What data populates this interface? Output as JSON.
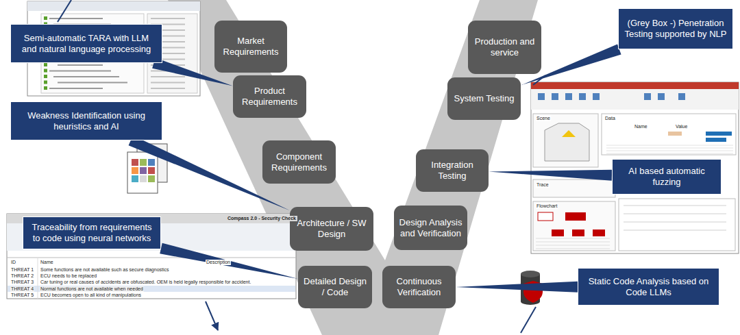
{
  "diagram": {
    "nodes": [
      {
        "text": [
          "Market Requirements"
        ]
      },
      {
        "text": [
          "Product Requirements"
        ]
      },
      {
        "text": [
          "Component Requirements"
        ]
      },
      {
        "text": [
          "Architecture / SW Design"
        ]
      },
      {
        "text": [
          "Detailed Design / Code"
        ]
      },
      {
        "text": [
          "Production and service"
        ]
      },
      {
        "text": [
          "System Testing"
        ]
      },
      {
        "text": [
          "Integration Testing"
        ]
      },
      {
        "text": [
          "Design Analysis and Verification"
        ]
      },
      {
        "text": [
          "Continuous Verification"
        ]
      },
      {
        "text": [
          "Semi-automatic TARA with LLM and natural language processing"
        ]
      },
      {
        "text": [
          "Weakness Identification using heuristics and AI"
        ]
      },
      {
        "text": [
          "Traceability from requirements to code using neural networks"
        ]
      },
      {
        "text": [
          "(Grey Box -) Penetration Testing supported by NLP"
        ]
      },
      {
        "text": [
          "AI based automatic fuzzing"
        ]
      },
      {
        "text": [
          "Static Code Analysis based on Code LLMs"
        ]
      }
    ],
    "edges": [
      {
        "from": 10,
        "to": 1,
        "arrow": "none"
      },
      {
        "from": 11,
        "to": 3,
        "arrow": "none"
      },
      {
        "from": 12,
        "to": 4,
        "arrow": "none"
      },
      {
        "from": 13,
        "to": 6,
        "arrow": "none"
      },
      {
        "from": 14,
        "to": 7,
        "arrow": "none"
      },
      {
        "from": 15,
        "to": 9,
        "arrow": "none"
      }
    ],
    "labels": [
      "Compass 2.0 - Security Check",
      "ID",
      "Name",
      "Description",
      "THREAT 1",
      "Some functions are not available such as secure diagnostics",
      "THREAT 2",
      "ECU needs to be replaced",
      "THREAT 3",
      "Car tuning or real causes of accidents are obfuscated. OEM is held legally responsible for accident.",
      "THREAT 4",
      "Normal functions are not available when needed",
      "THREAT 5",
      "ECU becomes open to all kind of manipulations",
      "Scene",
      "Data",
      "Trace",
      "Flowchart",
      "Name",
      "Value"
    ]
  }
}
